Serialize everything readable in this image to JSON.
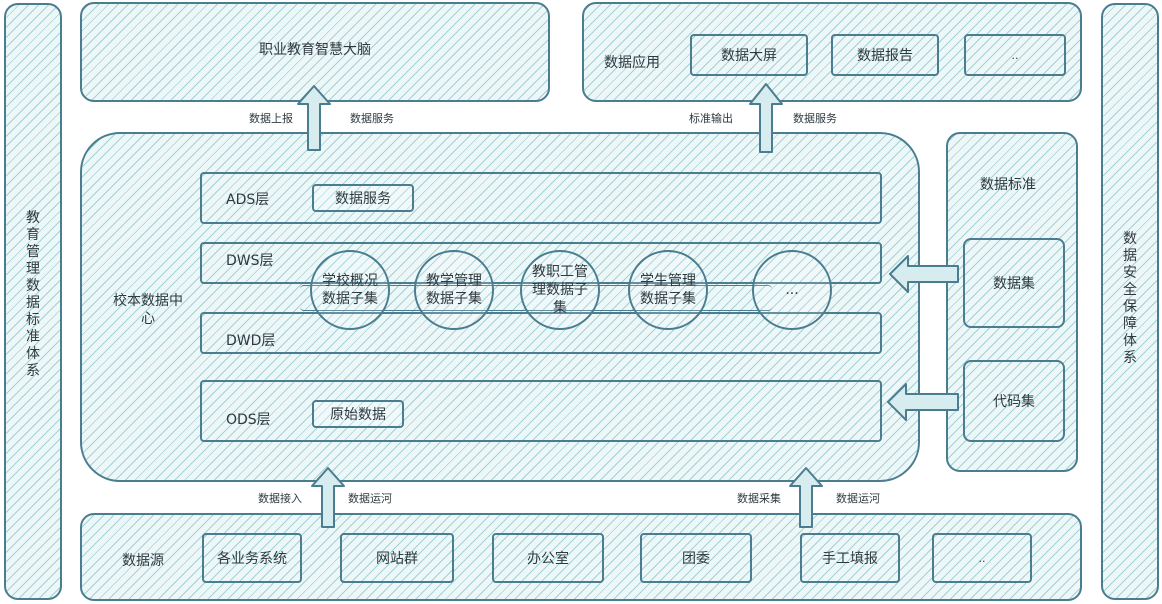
{
  "left_system": {
    "label": "教育管理数据标准体系"
  },
  "right_system": {
    "label": "数据安全保障体系"
  },
  "brain": {
    "label": "职业教育智慧大脑"
  },
  "app": {
    "label": "数据应用",
    "items": [
      "数据大屏",
      "数据报告",
      ".."
    ]
  },
  "flows_top": {
    "left_up": "数据上报",
    "left_service": "数据服务",
    "right_up": "标准输出",
    "right_service": "数据服务"
  },
  "center": {
    "label": "校本数据中心",
    "ads": {
      "label": "ADS层",
      "tag": "数据服务"
    },
    "dws": {
      "label": "DWS层"
    },
    "dwd": {
      "label": "DWD层"
    },
    "ods": {
      "label": "ODS层",
      "tag": "原始数据"
    },
    "subsets": [
      "学校概况数据子集",
      "教学管理数据子集",
      "教职工管理数据子集",
      "学生管理数据子集",
      "..."
    ]
  },
  "standard": {
    "label": "数据标准",
    "items": [
      "数据集",
      "代码集"
    ]
  },
  "flows_bottom": {
    "left_in": "数据接入",
    "left_ops": "数据运河",
    "right_in": "数据采集",
    "right_ops": "数据运河"
  },
  "source": {
    "label": "数据源",
    "items": [
      "各业务系统",
      "网站群",
      "办公室",
      "团委",
      "手工填报",
      ".."
    ]
  },
  "colors": {
    "stroke": "#4a7d90",
    "hatch": "#63b2ba"
  }
}
